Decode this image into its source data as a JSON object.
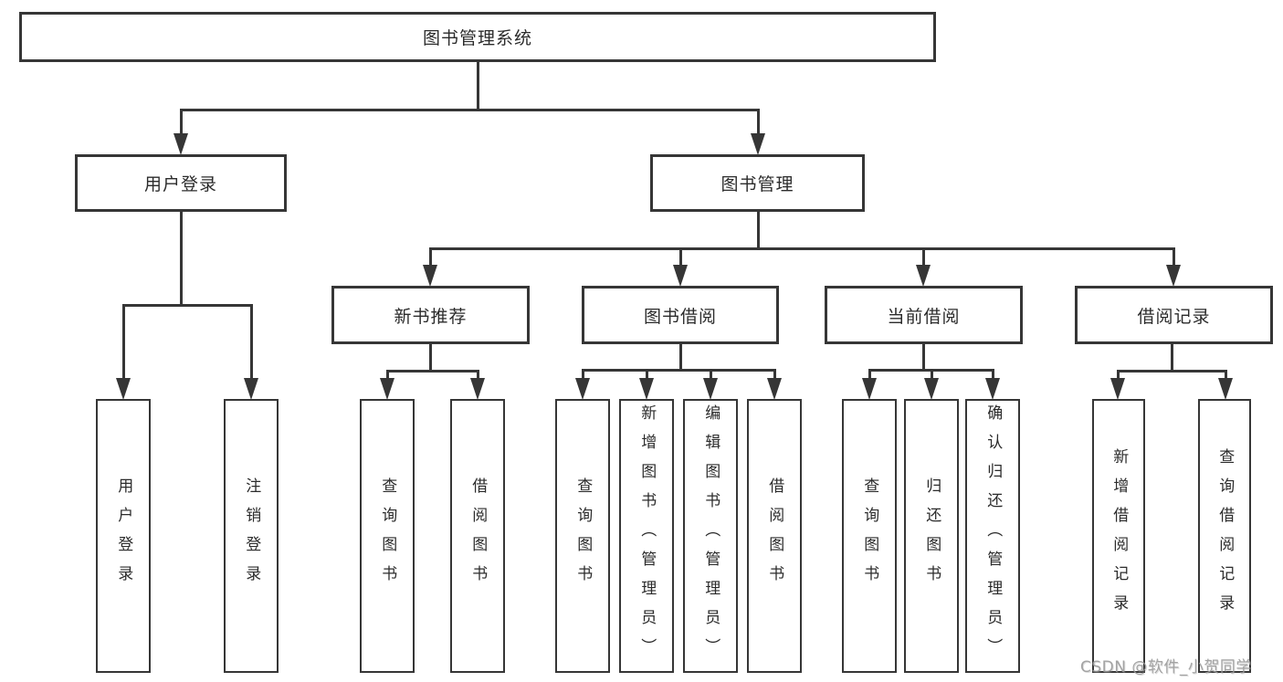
{
  "diagram_type": "functional-structure-tree",
  "colors": {
    "line": "#363636",
    "box_border": "#363636",
    "text": "#2b2b2b",
    "watermark": "#9c9c9c",
    "background": "#ffffff"
  },
  "tree": {
    "label": "图书管理系统",
    "children": [
      {
        "label": "用户登录",
        "children": [
          {
            "label": "用户登录"
          },
          {
            "label": "注销登录"
          }
        ]
      },
      {
        "label": "图书管理",
        "children": [
          {
            "label": "新书推荐",
            "children": [
              {
                "label": "查询图书"
              },
              {
                "label": "借阅图书"
              }
            ]
          },
          {
            "label": "图书借阅",
            "children": [
              {
                "label": "查询图书"
              },
              {
                "label": "新增图书（管理员）"
              },
              {
                "label": "编辑图书（管理员）"
              },
              {
                "label": "借阅图书"
              }
            ]
          },
          {
            "label": "当前借阅",
            "children": [
              {
                "label": "查询图书"
              },
              {
                "label": "归还图书"
              },
              {
                "label": "确认归还（管理员）"
              }
            ]
          },
          {
            "label": "借阅记录",
            "children": [
              {
                "label": "新增借阅记录"
              },
              {
                "label": "查询借阅记录"
              }
            ]
          }
        ]
      }
    ]
  },
  "watermark": {
    "text": "CSDN @软件_小贺同学"
  }
}
